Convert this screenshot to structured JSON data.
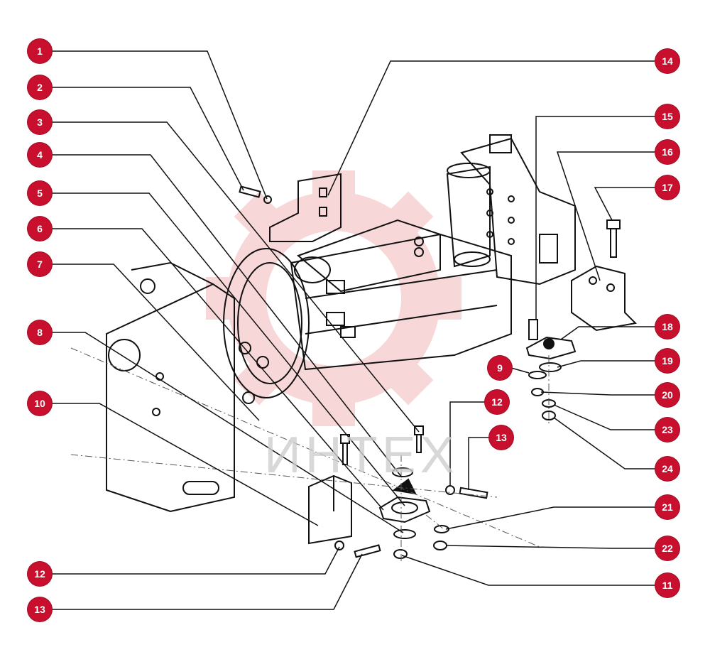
{
  "watermark": {
    "text": "ИНТЕХ",
    "color": "#f4c7c7"
  },
  "colors": {
    "callout_fill": "#c8102e",
    "callout_text": "#ffffff",
    "line": "#111111"
  },
  "callouts": [
    {
      "id": "c1",
      "label": "1"
    },
    {
      "id": "c2",
      "label": "2"
    },
    {
      "id": "c3",
      "label": "3"
    },
    {
      "id": "c4",
      "label": "4"
    },
    {
      "id": "c5",
      "label": "5"
    },
    {
      "id": "c6",
      "label": "6"
    },
    {
      "id": "c7",
      "label": "7"
    },
    {
      "id": "c8",
      "label": "8"
    },
    {
      "id": "c10",
      "label": "10"
    },
    {
      "id": "c12a",
      "label": "12"
    },
    {
      "id": "c13a",
      "label": "13"
    },
    {
      "id": "c14",
      "label": "14"
    },
    {
      "id": "c15",
      "label": "15"
    },
    {
      "id": "c16",
      "label": "16"
    },
    {
      "id": "c17",
      "label": "17"
    },
    {
      "id": "c18",
      "label": "18"
    },
    {
      "id": "c9",
      "label": "9"
    },
    {
      "id": "c19",
      "label": "19"
    },
    {
      "id": "c20",
      "label": "20"
    },
    {
      "id": "c12b",
      "label": "12"
    },
    {
      "id": "c13b",
      "label": "13"
    },
    {
      "id": "c23",
      "label": "23"
    },
    {
      "id": "c24",
      "label": "24"
    },
    {
      "id": "c21",
      "label": "21"
    },
    {
      "id": "c22",
      "label": "22"
    },
    {
      "id": "c11",
      "label": "11"
    }
  ]
}
